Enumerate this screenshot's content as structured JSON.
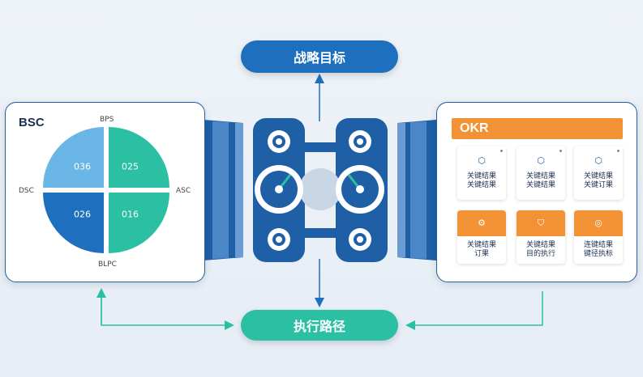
{
  "top_pill": {
    "label": "战略目标"
  },
  "bottom_pill": {
    "label": "执行路径"
  },
  "bsc": {
    "title": "BSC",
    "labels": {
      "top": "BPS",
      "left": "DSC",
      "right": "ASC",
      "bottom": "BLPC"
    },
    "quadrants": [
      {
        "value": "036",
        "color": "#6ab6e6"
      },
      {
        "value": "025",
        "color": "#2bbfa3"
      },
      {
        "value": "026",
        "color": "#1f6fbf"
      },
      {
        "value": "016",
        "color": "#2bbfa3"
      }
    ]
  },
  "okr": {
    "title": "OKR",
    "cards": [
      {
        "style": "white",
        "icon": "hexagon-icon",
        "glyph": "⬡",
        "line1": "关键结果",
        "line2": "关键结果"
      },
      {
        "style": "white",
        "icon": "hexagon-icon",
        "glyph": "⬡",
        "line1": "关键结果",
        "line2": "关键结果"
      },
      {
        "style": "white",
        "icon": "hexagon-icon",
        "glyph": "⬡",
        "line1": "关键结果",
        "line2": "关键订果"
      },
      {
        "style": "orange",
        "icon": "gear-icon",
        "glyph": "⚙",
        "line1": "关键结果",
        "line2": "订果"
      },
      {
        "style": "orange",
        "icon": "shield-icon",
        "glyph": "⛉",
        "line1": "关键结果",
        "line2": "目的执行"
      },
      {
        "style": "orange",
        "icon": "bulb-icon",
        "glyph": "◎",
        "line1": "连键结果",
        "line2": "键径执标"
      }
    ]
  },
  "colors": {
    "blue": "#1f6fbf",
    "dark_blue": "#1f5fa6",
    "teal": "#2bbfa3",
    "orange": "#f39234",
    "light_blue": "#6ab6e6"
  }
}
